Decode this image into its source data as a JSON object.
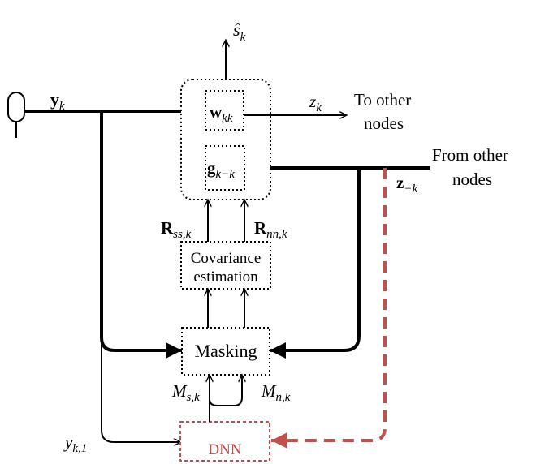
{
  "labels": {
    "s_hat": "ŝ",
    "s_hat_sub": "k",
    "y_k": "y",
    "y_k_sub": "k",
    "w_kk": "w",
    "w_kk_sub": "kk",
    "z_k": "z",
    "z_k_sub": "k",
    "to_other_line1": "To other",
    "to_other_line2": "nodes",
    "g_k": "g",
    "g_k_sub": "k−k",
    "from_other_line1": "From other",
    "from_other_line2": "nodes",
    "z_minus_k": "z",
    "z_minus_k_sub": "−k",
    "R_ss": "R",
    "R_ss_sub": "ss,k",
    "R_nn": "R",
    "R_nn_sub": "nn,k",
    "cov_line1": "Covariance",
    "cov_line2": "estimation",
    "masking": "Masking",
    "M_s": "M",
    "M_s_sub": "s,k",
    "M_n": "M",
    "M_n_sub": "n,k",
    "y_k1": "y",
    "y_k1_sub": "k,1",
    "dnn": "DNN"
  },
  "colors": {
    "line": "#000000",
    "dnn": "#c0504d"
  }
}
